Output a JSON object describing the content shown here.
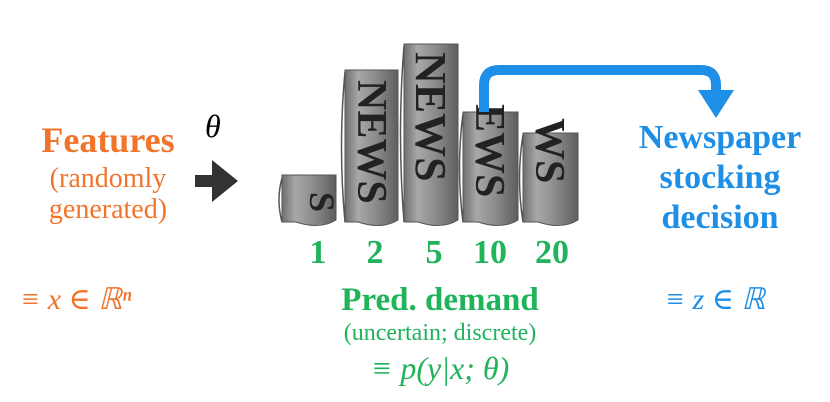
{
  "features": {
    "title": "Features",
    "subtitle_line1": "(randomly",
    "subtitle_line2": "generated)",
    "equation": "≡ x ∈ ℝⁿ",
    "color": "#F2742B"
  },
  "parameter": {
    "label": "θ"
  },
  "newspapers": {
    "word": "NEWS",
    "stack_color": "#8C8C8C"
  },
  "demand": {
    "quantities": [
      "1",
      "2",
      "5",
      "10",
      "20"
    ],
    "title": "Pred. demand",
    "subtitle": "(uncertain; discrete)",
    "equation": "≡ p(y|x; θ)",
    "color": "#1FB35A"
  },
  "decision": {
    "title_line1": "Newspaper",
    "title_line2": "stocking",
    "title_line3": "decision",
    "equation": "≡ z ∈ ℝ",
    "color": "#1E8FE6"
  }
}
